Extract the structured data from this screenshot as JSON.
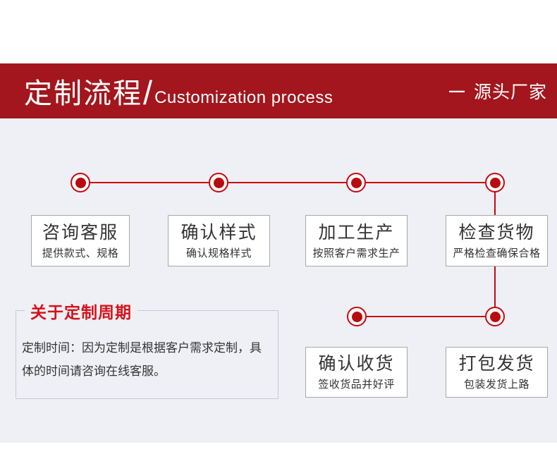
{
  "colors": {
    "banner-bg": "#a3161d",
    "content-bg": "#eef0f5",
    "line": "#c9090f",
    "dot": "#b70b10",
    "note-title": "#d5131b",
    "box-border": "#a8a8a8",
    "text": "#333333"
  },
  "banner": {
    "title_zh": "定制流程",
    "separator": "/",
    "title_en": "Customization process",
    "right_dash": "—",
    "right_label": "源头厂家"
  },
  "flow": {
    "row1": [
      {
        "title": "咨询客服",
        "subtitle": "提供款式、规格"
      },
      {
        "title": "确认样式",
        "subtitle": "确认规格样式"
      },
      {
        "title": "加工生产",
        "subtitle": "按照客户需求生产"
      },
      {
        "title": "检查货物",
        "subtitle": "严格检查确保合格"
      }
    ],
    "row2": [
      {
        "title": "确认收货",
        "subtitle": "签收货品并好评"
      },
      {
        "title": "打包发货",
        "subtitle": "包装发货上路"
      }
    ]
  },
  "note": {
    "title": "关于定制周期",
    "body": "定制时间：因为定制是根据客户需求定制，具体的时间请咨询在线客服。"
  }
}
